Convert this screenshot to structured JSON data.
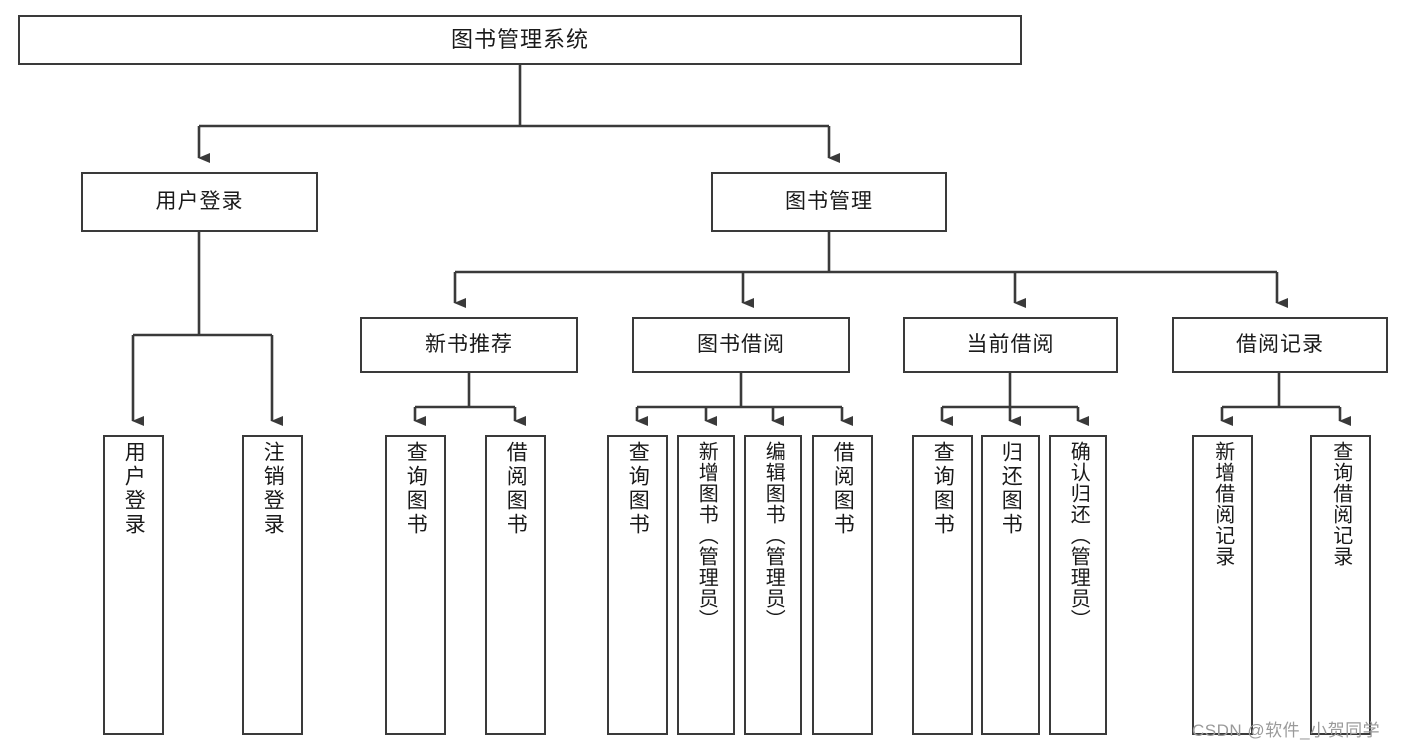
{
  "diagram": {
    "title": "图书管理系统",
    "type": "tree",
    "root": {
      "label": "图书管理系统"
    },
    "level2": [
      {
        "label": "用户登录"
      },
      {
        "label": "图书管理"
      }
    ],
    "level3": [
      {
        "label": "新书推荐"
      },
      {
        "label": "图书借阅"
      },
      {
        "label": "当前借阅"
      },
      {
        "label": "借阅记录"
      }
    ],
    "leaves": {
      "user_login": [
        {
          "label": "用户登录"
        },
        {
          "label": "注销登录"
        }
      ],
      "new_book_recommend": [
        {
          "label": "查询图书"
        },
        {
          "label": "借阅图书"
        }
      ],
      "book_borrow": [
        {
          "label": "查询图书"
        },
        {
          "label": "新增图书（管理员）"
        },
        {
          "label": "编辑图书（管理员）"
        },
        {
          "label": "借阅图书"
        }
      ],
      "current_borrow": [
        {
          "label": "查询图书"
        },
        {
          "label": "归还图书"
        },
        {
          "label": "确认归还（管理员）"
        }
      ],
      "borrow_record": [
        {
          "label": "新增借阅记录"
        },
        {
          "label": "查询借阅记录"
        }
      ]
    }
  },
  "watermark": {
    "text": "CSDN @软件_小贺同学"
  },
  "colors": {
    "stroke": "#3a3a3a",
    "text": "#1a1a1a",
    "background": "#ffffff",
    "watermark": "#9a9a9a"
  }
}
